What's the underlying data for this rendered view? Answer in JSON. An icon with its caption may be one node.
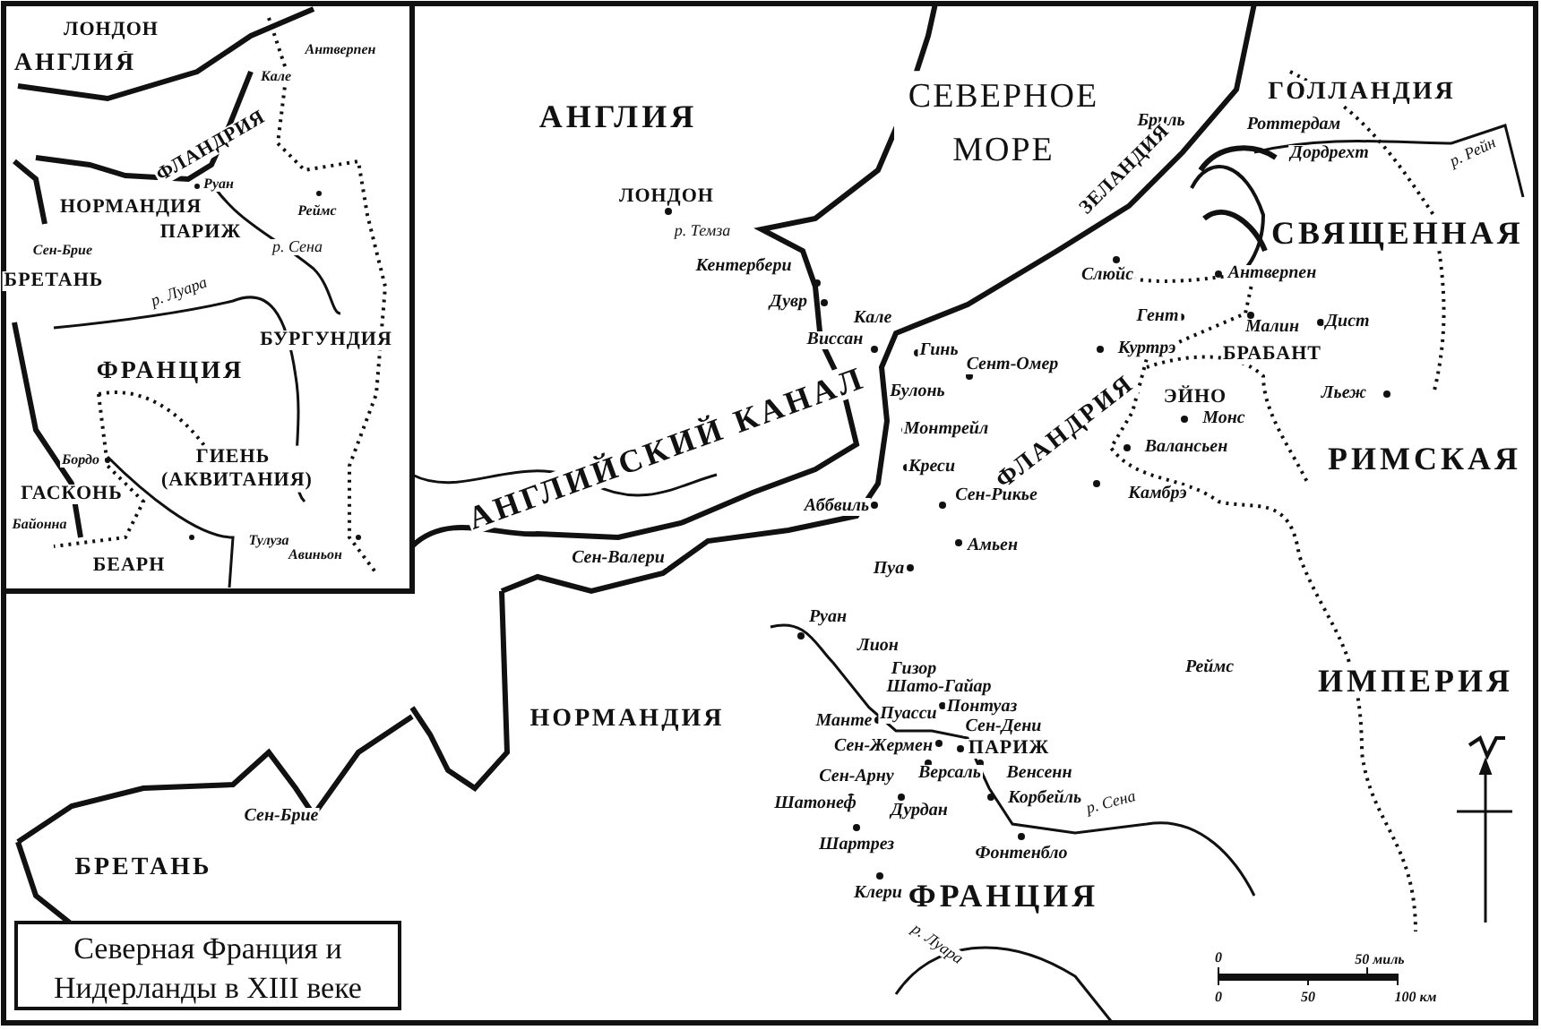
{
  "diagram": {
    "title": "Северная Франция и Нидерланды в XIII веке",
    "labels": [
      "ЛОНДОН",
      "АНГЛИЯ",
      "Антверпен",
      "Кале",
      "ФЛАНДРИЯ",
      "Руан",
      "Реймс",
      "НОРМАНДИЯ",
      "Сен-Брие",
      "ПАРИЖ",
      "р. Сена",
      "БРЕТАНЬ",
      "р. Луара",
      "БУРГУНДИЯ",
      "ФРАНЦИЯ",
      "ГИЕНЬ (АКВИТАНИЯ)",
      "Бордо",
      "ГАСКОНЬ",
      "Байонна",
      "Тулуза",
      "Авиньон",
      "БЕАРН",
      "АНГЛИЯ",
      "СЕВЕРНОЕ МОРЕ",
      "ГОЛЛАНДИЯ",
      "Бриль",
      "Роттердам",
      "Дордрехт",
      "р. Рейн",
      "ЛОНДОН",
      "р. Темза",
      "ЗЕЛАНДИЯ",
      "СВЯЩЕННАЯ",
      "Кентербери",
      "Слюйс",
      "Антверпен",
      "Дувр",
      "Кале",
      "Гент",
      "Малин",
      "Дист",
      "Виссан",
      "Гинь",
      "Куртрэ",
      "БРАБАНТ",
      "Сент-Омер",
      "АНГЛИЙСКИЙ КАНАЛ",
      "Булонь",
      "ФЛАНДРИЯ",
      "ЭЙНО",
      "Льеж",
      "Монтрейл",
      "Монс",
      "Креси",
      "Валансьен",
      "РИМСКАЯ",
      "Аббвиль",
      "Сен-Рикье",
      "Камбрэ",
      "Сен-Валери",
      "Амьен",
      "Пуа",
      "Руан",
      "Лион",
      "Гизор",
      "Реймс",
      "Шато-Гайар",
      "ИМПЕРИЯ",
      "НОРМАНДИЯ",
      "Манте",
      "Пуасси",
      "Понтуаз",
      "Сен-Дени",
      "Сен-Жермен",
      "ПАРИЖ",
      "Сен-Арну",
      "Версаль",
      "Венсенн",
      "Сен-Брие",
      "Шатонеф",
      "Дурдан",
      "Корбейль",
      "р. Сена",
      "БРЕТАНЬ",
      "Шартрез",
      "Фонтенбло",
      "Клери",
      "ФРАНЦИЯ",
      "р. Луара",
      "0",
      "50 миль",
      "0",
      "50",
      "100 км"
    ]
  }
}
